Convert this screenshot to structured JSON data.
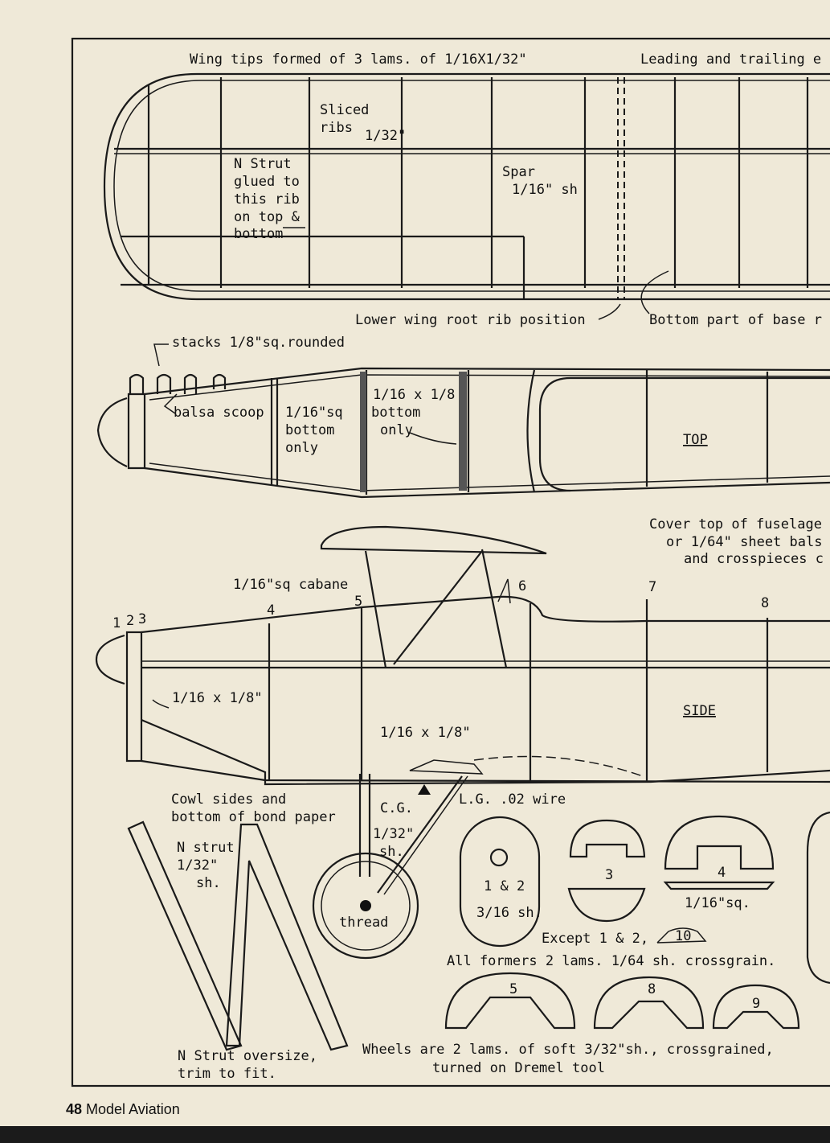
{
  "wing": {
    "tips_note": "Wing tips formed of 3 lams. of 1/16X1/32\"",
    "leading_note": "Leading and trailing e",
    "sliced_ribs": [
      "Sliced",
      "ribs",
      "1/32\""
    ],
    "n_strut_note": [
      "N Strut",
      "glued to",
      "this rib",
      "on top &",
      "bottom"
    ],
    "spar": [
      "Spar",
      "1/16\" sh"
    ],
    "lower_root": "Lower wing root rib position",
    "bottom_part": "Bottom part of base r"
  },
  "top_view": {
    "stacks": "stacks 1/8\"sq.rounded",
    "scoop": "balsa scoop",
    "sq_bottom": [
      "1/16\"sq",
      "bottom",
      "only"
    ],
    "x_bottom": [
      "1/16 x 1/8",
      "bottom",
      "only"
    ],
    "title": "TOP",
    "cover_note": [
      "Cover top of fuselage",
      "or 1/64\" sheet bals",
      "and crosspieces c"
    ]
  },
  "side_view": {
    "cabane": "1/16\"sq cabane",
    "stations": [
      "1",
      "2",
      "3",
      "4",
      "5",
      "6",
      "7",
      "8"
    ],
    "nose_strip": "1/16 x 1/8\"",
    "title": "SIDE",
    "belly_strip": "1/16 x 1/8\"",
    "cowl_note": [
      "Cowl sides and",
      "bottom of bond paper"
    ],
    "cg": "C.G.",
    "lg_wire": "L.G. .02 wire"
  },
  "parts": {
    "n_strut": [
      "N strut",
      "1/32\"",
      "sh."
    ],
    "leg": [
      "1/32\"",
      "sh."
    ],
    "thread": "thread",
    "former_12": [
      "1 & 2",
      "3/16 sh."
    ],
    "former_3": "3",
    "former_4": "4",
    "former_4_note": "1/16\"sq.",
    "except_note": "Except 1 & 2,",
    "former_10": "10",
    "formers_note": "All formers 2 lams. 1/64 sh. crossgrain.",
    "former_5": "5",
    "former_8": "8",
    "former_9": "9",
    "n_strut_oversize": [
      "N Strut oversize,",
      "trim to fit."
    ],
    "wheels_note": [
      "Wheels are 2 lams. of soft 3/32\"sh., crossgrained,",
      "turned on Dremel tool"
    ]
  },
  "footer": {
    "page": "48",
    "magazine": "Model Aviation"
  }
}
